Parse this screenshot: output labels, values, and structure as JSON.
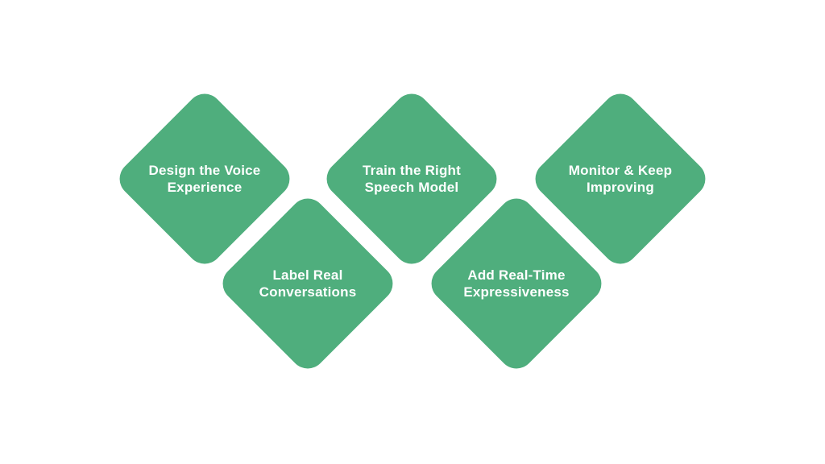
{
  "colors": {
    "background": "#ffffff",
    "diamond": "#4fae7d",
    "text": "#ffffff"
  },
  "diamonds": [
    {
      "id": "design-voice-experience",
      "line1": "Design the Voice",
      "line2": "Experience"
    },
    {
      "id": "train-right-speech-model",
      "line1": "Train the Right",
      "line2": "Speech Model"
    },
    {
      "id": "monitor-keep-improving",
      "line1": "Monitor & Keep",
      "line2": "Improving"
    },
    {
      "id": "label-real-conversations",
      "line1": "Label Real",
      "line2": "Conversations"
    },
    {
      "id": "add-real-time-expressiveness",
      "line1": "Add Real-Time",
      "line2": "Expressiveness"
    }
  ]
}
